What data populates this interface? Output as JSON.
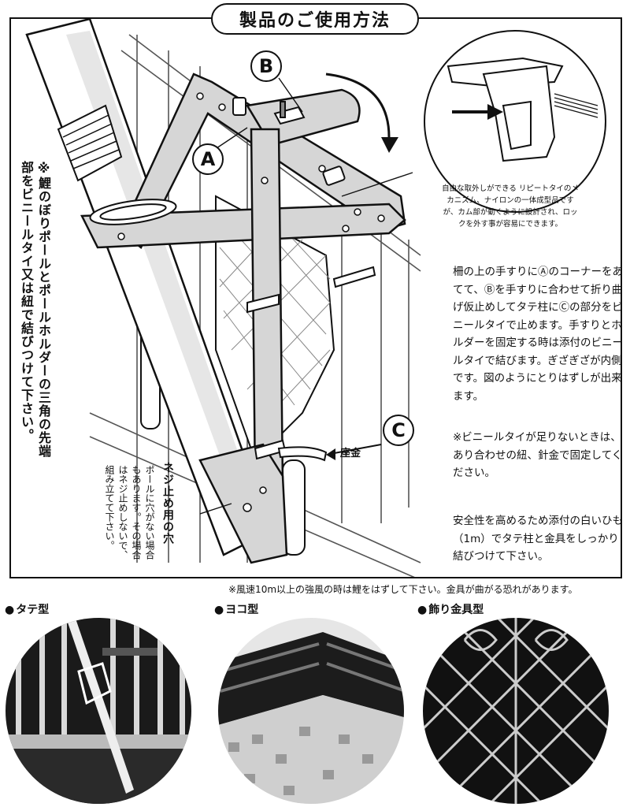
{
  "title": "製品のご使用方法",
  "labels": {
    "a": "Ⓐ",
    "b": "Ⓑ",
    "c": "Ⓒ"
  },
  "label_letters": {
    "a": "A",
    "b": "B",
    "c": "C"
  },
  "left_note": "※鯉のぼりポールとポールホルダーの三角の先端部をビニールタイ又は紐で結びつけて下さい。",
  "screw_hole_title": "ネジ止め用の穴",
  "screw_hole_note": "ポールに穴がない場合もあります。その場合はネジ止めしないで、組み立てて下さい。",
  "zagane": "座金",
  "inset_caption": "自由な取外しができる リピートタイのメカニズム、ナイロンの一体成型品ですが、カム部が動くように設計され、ロックを外す事が容易にできます。",
  "instructions": {
    "p1": "柵の上の手すりにⒶのコーナーをあてて、Ⓑを手すりに合わせて折り曲げ仮止めしてタテ柱にⒸの部分をビニールタイで止めます。手すりとホルダーを固定する時は添付のビニールタイで結びます。ぎざぎざが内側です。図のようにとりはずしが出来ます。",
    "p2": "※ビニールタイが足りないときは、あり合わせの紐、針金で固定してください。",
    "p3": "安全性を高めるため添付の白いひも（1m）でタテ柱と金具をしっかり結びつけて下さい。"
  },
  "wind_note": "※風速10m以上の強風の時は鯉をはずして下さい。金具が曲がる恐れがあります。",
  "photos": [
    {
      "title": "タテ型"
    },
    {
      "title": "ヨコ型"
    },
    {
      "title": "飾り金具型"
    }
  ]
}
